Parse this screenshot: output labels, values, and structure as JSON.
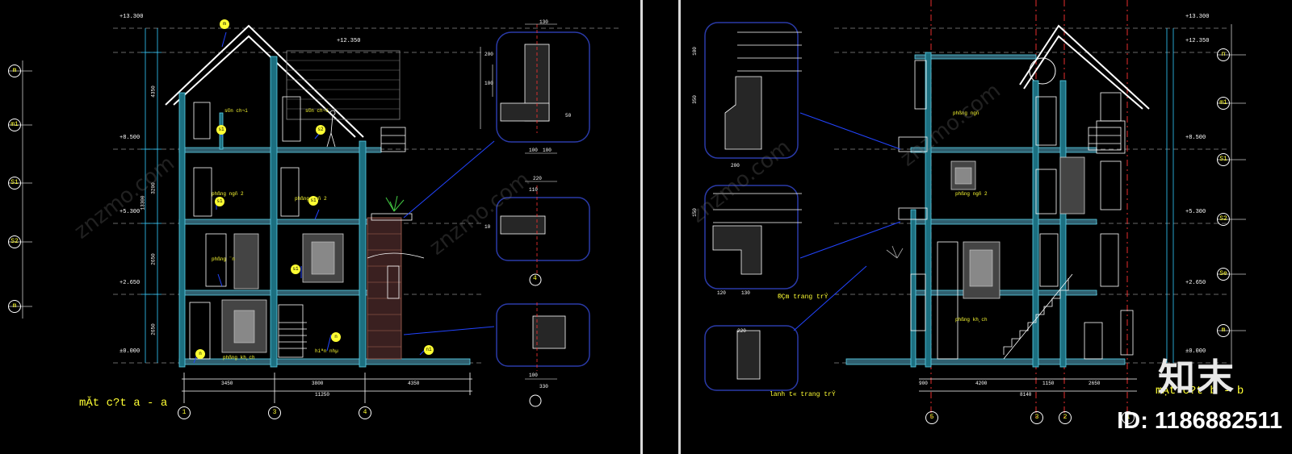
{
  "left": {
    "title": "mẶt c?t a - a",
    "levels": [
      "+13.300",
      "+12.350",
      "+8.500",
      "+5.300",
      "+2.650",
      "±0.000"
    ],
    "level_tags": [
      "m",
      "m1",
      "S1",
      "S2",
      "m"
    ],
    "rooms": [
      "s©n ch¬i",
      "s©n ch¬i",
      "phßng ngñ 2",
      "phßng ngñ 2",
      "phßng ¨n",
      "phßng kh¸ch",
      "hiªn nhµ"
    ],
    "room_tags": [
      "m",
      "s1",
      "s2",
      "s1",
      "s1",
      "s1",
      "n",
      "n",
      "n1"
    ],
    "dims_v": [
      "4350",
      "3200",
      "2650",
      "2650",
      "13300"
    ],
    "dims_h": [
      "3450",
      "3800",
      "4350",
      "11250"
    ],
    "axis_labels": [
      "1",
      "3",
      "4"
    ],
    "detail_label": "4",
    "detail_dims": [
      "130",
      "200",
      "100",
      "50",
      "100",
      "100",
      "10",
      "220",
      "110",
      "100",
      "330"
    ]
  },
  "right": {
    "title": "mẶt c?t b - b",
    "levels": [
      "+13.300",
      "+12.350",
      "+8.500",
      "+5.300",
      "+2.650",
      "±0.000"
    ],
    "level_tags": [
      "n",
      "m1",
      "S1",
      "S2",
      "Se",
      "m"
    ],
    "rooms": [
      "phßng ngñ",
      "phßng ngñ 2",
      "phßng kh¸ch"
    ],
    "detail_labels": [
      "®Çm trang trÝ",
      "lanh t« trang trÝ"
    ],
    "detail_dims": [
      "100",
      "350",
      "150",
      "200",
      "220",
      "120",
      "130"
    ],
    "dims_h": [
      "900",
      "4200",
      "1150",
      "2650",
      "8140"
    ],
    "axis_labels": [
      "5",
      "3",
      "2",
      "1"
    ]
  },
  "watermark": "znzmo.com",
  "brand": "知末",
  "image_id": "ID: 1186882511"
}
